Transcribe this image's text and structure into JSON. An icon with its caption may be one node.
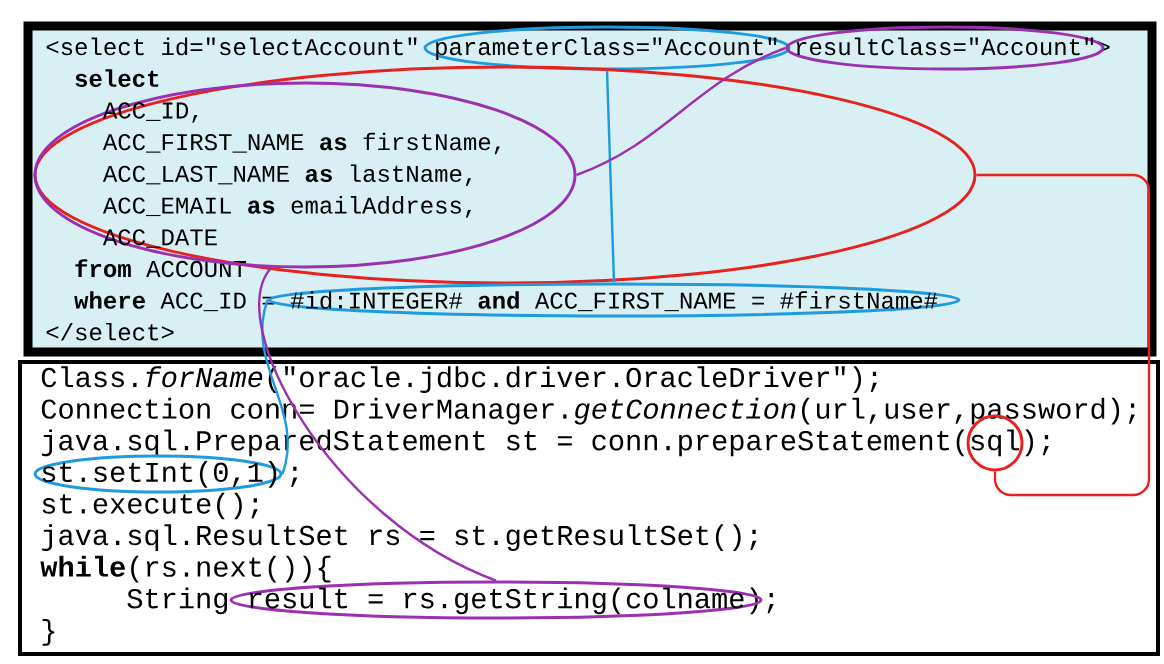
{
  "diagram": {
    "nodes": [
      {
        "text": [
          "<select id=\"selectAccount\"",
          ">",
          "**select**",
          "**from** ACCOUNT",
          "**where** ACC_ID =",
          "</select>"
        ]
      },
      {
        "text": [
          "parameterClass=\"Account\""
        ],
        "in": 0
      },
      {
        "text": [
          "resultClass=\"Account\""
        ],
        "in": 0
      },
      {
        "text": [],
        "shape": "ellipse",
        "in": 0
      },
      {
        "text": [
          "ACC_ID,",
          "ACC_FIRST_NAME **as** firstName,",
          "ACC_LAST_NAME **as** lastName,",
          "ACC_EMAIL **as** emailAddress,",
          "ACC_DATE"
        ],
        "in": 3
      },
      {
        "text": [
          "#id:INTEGER# **and** ACC_FIRST_NAME = #firstName#"
        ],
        "in": 0
      },
      {
        "text": [
          "Class.*forName*(\"oracle.jdbc.driver.OracleDriver\");",
          "Connection conn= DriverManager.*getConnection*(url,user,password);",
          "java.sql.PreparedStatement  st = conn.prepareStatement(",
          ");",
          ";",
          "st.execute();",
          "java.sql.ResultSet rs = st.getResultSet();",
          "**while**(rs.next()){",
          "String",
          ");",
          "}"
        ]
      },
      {
        "text": [
          "sql"
        ],
        "in": 6
      },
      {
        "text": [
          "st.setInt(0,1)"
        ],
        "in": 6
      },
      {
        "text": [
          "result = rs.getString(colname"
        ],
        "in": 6
      }
    ],
    "edges": [
      {
        "from": 1,
        "to": 5,
        "arrow": "none",
        "color": "#1e9be0"
      },
      {
        "from": 5,
        "to": 8,
        "arrow": "none",
        "color": "#1e9be0"
      },
      {
        "from": 2,
        "to": 4,
        "arrow": "none",
        "color": "#9b30b0"
      },
      {
        "from": 4,
        "to": 9,
        "arrow": "none",
        "color": "#9b30b0"
      },
      {
        "from": 3,
        "to": 7,
        "arrow": "none",
        "color": "#e8201e"
      }
    ]
  }
}
